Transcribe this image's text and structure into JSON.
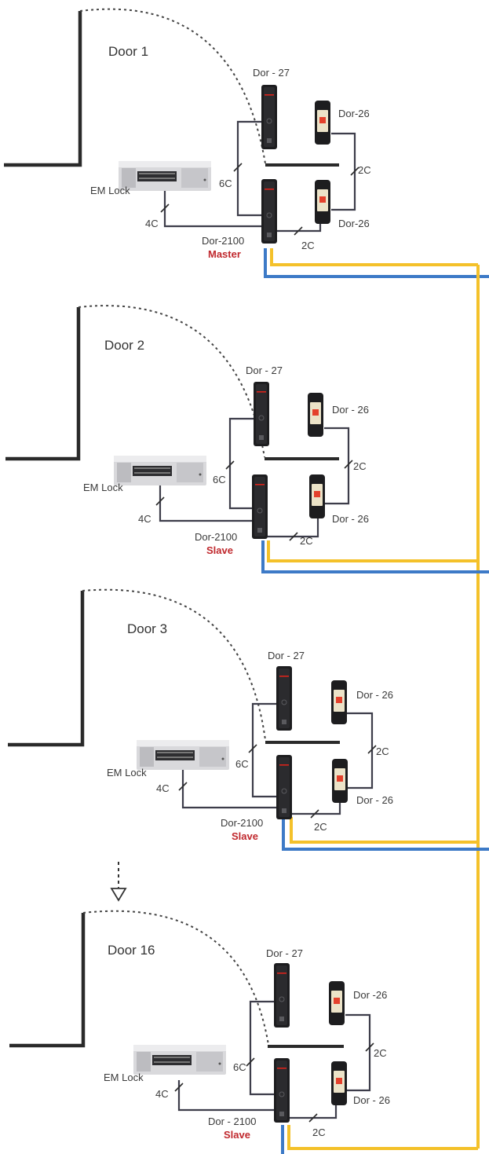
{
  "colors": {
    "yellow_bus": "#f4c12a",
    "blue_bus": "#3d7ac7",
    "role_text": "#c0282d",
    "reader_body": "#1d1d1f",
    "reader_accent": "#d9231b",
    "lock_body": "#d9d9dc"
  },
  "icons": {
    "reader": "long-reader-icon",
    "exit_reader": "exit-reader-icon",
    "lock": "em-lock-icon"
  },
  "doors": [
    {
      "title": "Door 1",
      "top_reader": "Dor - 27",
      "side_reader_top": "Dor-26",
      "side_reader_bottom": "Dor-26",
      "lock": "EM Lock",
      "controller": "Dor-2100",
      "role": "Master",
      "cable_lock": "4C",
      "cable_reader": "6C",
      "cable_side": "2C",
      "cable_bottom": "2C"
    },
    {
      "title": "Door 2",
      "top_reader": "Dor - 27",
      "side_reader_top": "Dor - 26",
      "side_reader_bottom": "Dor - 26",
      "lock": "EM Lock",
      "controller": "Dor-2100",
      "role": "Slave",
      "cable_lock": "4C",
      "cable_reader": "6C",
      "cable_side": "2C",
      "cable_bottom": "2C"
    },
    {
      "title": "Door 3",
      "top_reader": "Dor - 27",
      "side_reader_top": "Dor - 26",
      "side_reader_bottom": "Dor - 26",
      "lock": "EM Lock",
      "controller": "Dor-2100",
      "role": "Slave",
      "cable_lock": "4C",
      "cable_reader": "6C",
      "cable_side": "2C",
      "cable_bottom": "2C"
    },
    {
      "title": "Door 16",
      "top_reader": "Dor - 27",
      "side_reader_top": "Dor -26",
      "side_reader_bottom": "Dor - 26",
      "lock": "EM Lock",
      "controller": "Dor - 2100",
      "role": "Slave",
      "cable_lock": "4C",
      "cable_reader": "6C",
      "cable_side": "2C",
      "cable_bottom": "2C"
    }
  ]
}
